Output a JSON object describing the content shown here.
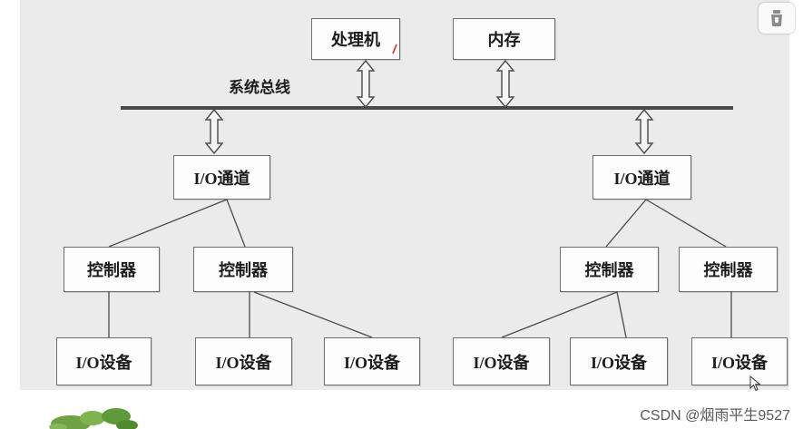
{
  "diagram": {
    "processor": {
      "label": "处理机"
    },
    "memory": {
      "label": "内存"
    },
    "bus": {
      "label": "系统总线"
    },
    "channels": [
      {
        "label": "I/O通道"
      },
      {
        "label": "I/O通道"
      }
    ],
    "controllers": [
      {
        "label": "控制器"
      },
      {
        "label": "控制器"
      },
      {
        "label": "控制器"
      },
      {
        "label": "控制器"
      }
    ],
    "devices": [
      {
        "label": "I/O设备"
      },
      {
        "label": "I/O设备"
      },
      {
        "label": "I/O设备"
      },
      {
        "label": "I/O设备"
      },
      {
        "label": "I/O设备"
      },
      {
        "label": "I/O设备"
      }
    ]
  },
  "watermark": {
    "text": "CSDN @烟雨平生9527"
  },
  "icons": {
    "toolbar": "capture-icon",
    "cursor": "cursor-icon",
    "plant": "plant-image"
  },
  "colors": {
    "panel": "#ebebeb",
    "box_border": "#6f6f6f",
    "line": "#4a4a4a",
    "plant": "#5f9a3a"
  }
}
